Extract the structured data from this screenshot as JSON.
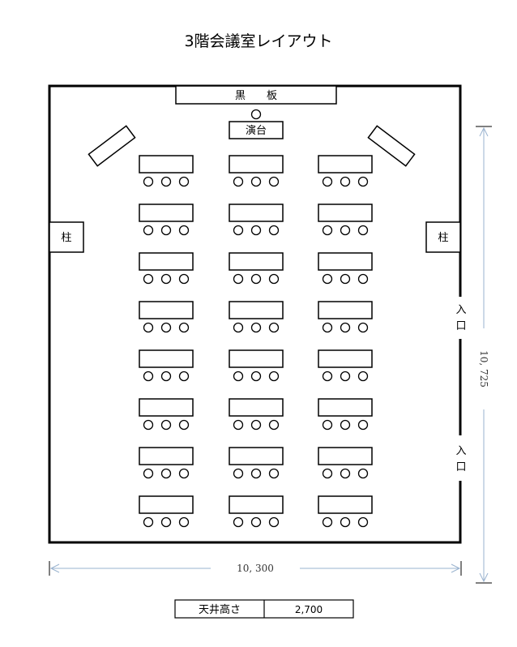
{
  "title": "3階会議室レイアウト",
  "blackboard_label": "黒　　板",
  "podium_label": "演台",
  "pillar_label": "柱",
  "entrance_label": "入\n口",
  "width_dimension": "10, 300",
  "depth_dimension": "10, 725",
  "ceiling_height": {
    "label": "天井高さ",
    "value": "2,700"
  },
  "seating": {
    "columns": 3,
    "rows": 8,
    "chairs_per_desk": 3
  },
  "colors": {
    "line": "#000000",
    "dimension_line": "#9ab3cf"
  }
}
